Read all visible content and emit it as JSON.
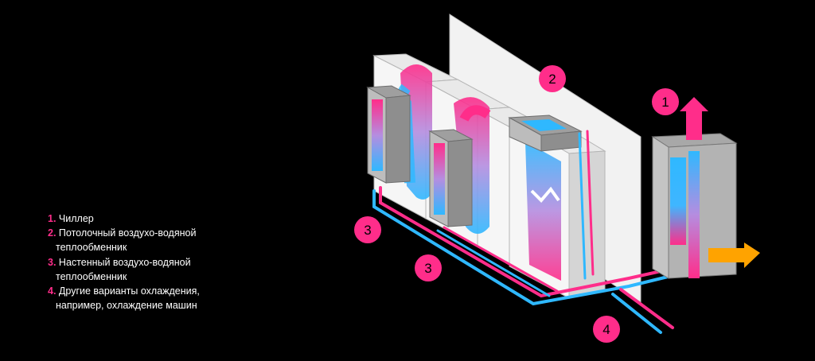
{
  "legend": {
    "items": [
      {
        "num": "1.",
        "lines": [
          "Чиллер"
        ]
      },
      {
        "num": "2.",
        "lines": [
          "Потолочный воздухо-водяной",
          "теплообменник"
        ]
      },
      {
        "num": "3.",
        "lines": [
          "Настенный воздухо-водяной",
          "теплообменник"
        ]
      },
      {
        "num": "4.",
        "lines": [
          "Другие варианты охлаждения,",
          "например, охлаждение машин"
        ]
      }
    ]
  },
  "badges": {
    "chiller": "1",
    "ceiling": "2",
    "wall_a": "3",
    "wall_b": "3",
    "other": "4"
  },
  "colors": {
    "background": "#000000",
    "accent_pink": "#ff2d8a",
    "pipe_blue": "#2fb8ff",
    "hot_air_orange": "#ffa300",
    "panel_grey": "#b9b9b9"
  }
}
